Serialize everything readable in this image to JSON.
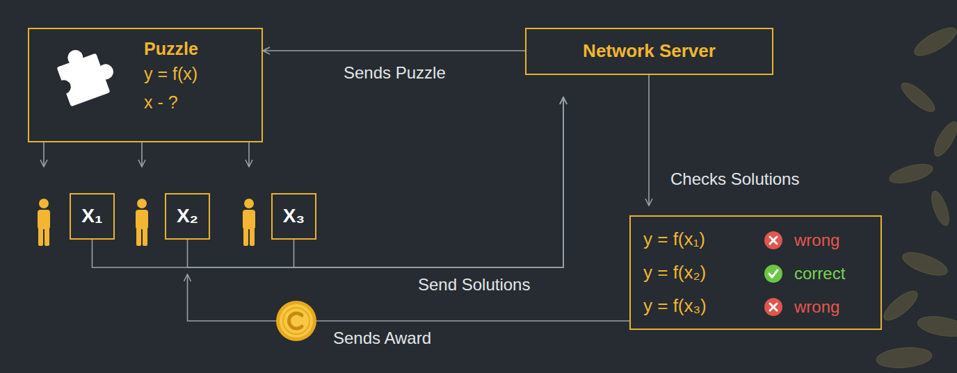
{
  "diagram": {
    "nodes": [
      {
        "text": [
          "Puzzle",
          "y = f(x)",
          "x - ?"
        ]
      },
      {
        "text": [
          "Network Server"
        ]
      },
      {
        "text": [
          "X₁"
        ]
      },
      {
        "text": [
          "X₂"
        ]
      },
      {
        "text": [
          "X₃"
        ]
      },
      {
        "text": [
          "y = f(x₁)",
          "wrong",
          "y = f(x₂)",
          "correct",
          "y = f(x₃)",
          "wrong"
        ]
      }
    ],
    "edges": [
      {
        "from": 1,
        "to": 0,
        "label": "Sends Puzzle",
        "arrow": "to"
      },
      {
        "from": 0,
        "to": 2,
        "arrow": "to"
      },
      {
        "from": 0,
        "to": 3,
        "arrow": "to"
      },
      {
        "from": 0,
        "to": 4,
        "arrow": "to"
      },
      {
        "from": 2,
        "to": 1,
        "arrow": "to"
      },
      {
        "from": 3,
        "to": 1,
        "arrow": "to"
      },
      {
        "from": 4,
        "to": 1,
        "label": "Send Solutions",
        "arrow": "to"
      },
      {
        "from": 1,
        "to": 5,
        "label": "Checks Solutions",
        "arrow": "to"
      },
      {
        "from": 5,
        "to": 3,
        "label": "Sends Award",
        "arrow": "to"
      }
    ]
  }
}
